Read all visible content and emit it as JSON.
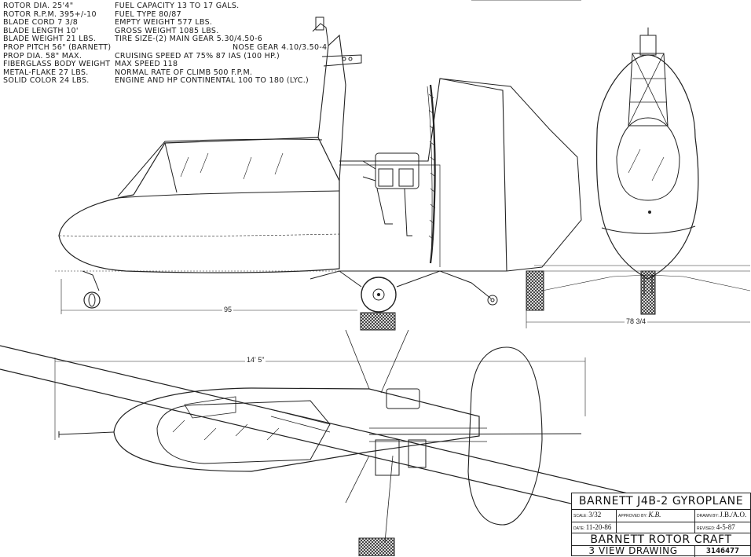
{
  "specs_left": [
    "ROTOR DIA. 25'4\"",
    "ROTOR R.P.M. 395+/-10",
    "BLADE CORD 7 3/8",
    "BLADE LENGTH 10'",
    "BLADE WEIGHT 21 LBS.",
    "PROP PITCH 56\" (BARNETT)",
    "PROP DIA. 58\" MAX.",
    "FIBERGLASS BODY WEIGHT",
    "METAL-FLAKE 27 LBS.",
    "SOLID COLOR 24 LBS."
  ],
  "specs_right": [
    "FUEL CAPACITY 13 TO 17 GALS.",
    "FUEL TYPE 80/87",
    "EMPTY WEIGHT 577 LBS.",
    "GROSS WEIGHT 1085 LBS.",
    "TIRE SIZE-(2) MAIN GEAR 5.30/4.50-6",
    "NOSE GEAR 4.10/3.50-4",
    "CRUISING SPEED AT 75% 87 IAS (100 HP.)",
    "MAX SPEED 118",
    "NORMAL RATE OF CLIMB 500 F.P.M.",
    "ENGINE AND HP CONTINENTAL 100 TO 180 (LYC.)"
  ],
  "dimensions": {
    "side_length": "95",
    "front_width": "78 3/4",
    "rotor_span": "14' 5\""
  },
  "title_block": {
    "title": "BARNETT J4B-2 GYROPLANE",
    "scale_label": "SCALE:",
    "scale_value": "3/32",
    "approved_label": "APPROVED BY:",
    "approved_value": "K.B.",
    "drawn_label": "DRAWN BY:",
    "drawn_value": "J.B./A.O.",
    "date_label": "DATE:",
    "date_value": "11-20-86",
    "revised_label": "REVISED:",
    "revised_value": "4-5-87",
    "company": "BARNETT ROTOR CRAFT",
    "drawing_name": "3 VIEW DRAWING",
    "drawing_number": "3146477"
  }
}
